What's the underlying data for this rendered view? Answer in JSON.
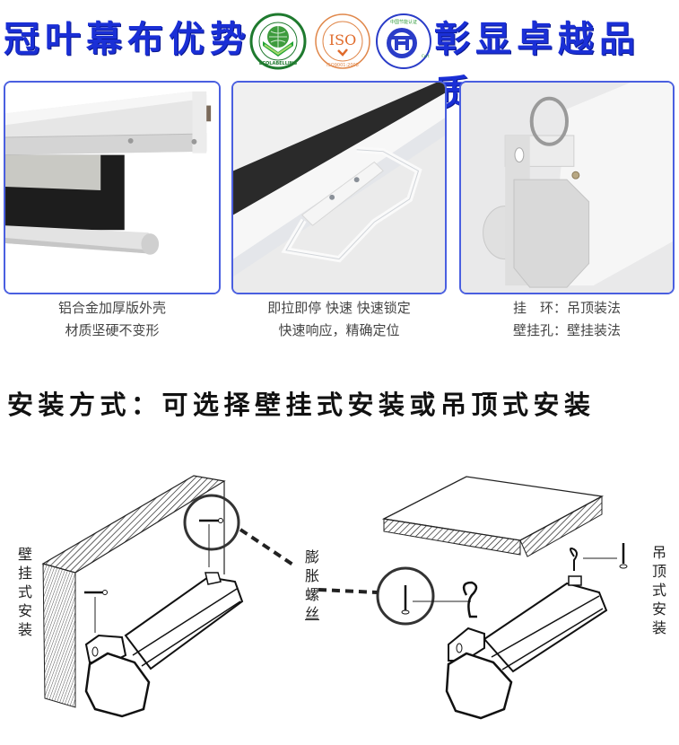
{
  "header": {
    "title_left": "冠叶幕布优势",
    "title_right": "彰显卓越品质",
    "title_color": "#1a2fd6",
    "logos": [
      {
        "name": "china-ecolabelling-logo",
        "text": "CHINA ECOLABELLING",
        "top_text": "中国环保节能产品认证"
      },
      {
        "name": "iso-logo",
        "text": "ISO",
        "bottom_text": "ISO9001:2008"
      },
      {
        "name": "energy-conservation-logo",
        "text": "Energy Conservation Certification",
        "top_text": "中国节能认证"
      }
    ]
  },
  "panels": [
    {
      "caption_lines": [
        "铝合金加厚版外壳",
        "材质坚硬不变形"
      ]
    },
    {
      "caption_lines": [
        "即拉即停 快速 快速锁定",
        "快速响应，精确定位"
      ]
    },
    {
      "caption_lines": [
        "挂　环：吊顶装法",
        "壁挂孔：壁挂装法"
      ]
    }
  ],
  "panel_border_color": "#4a5fe0",
  "install": {
    "title": "安装方式：可选择壁挂式安装或吊顶式安装",
    "wall_label": [
      "壁",
      "挂",
      "式",
      "安",
      "装"
    ],
    "screw_label": [
      "膨",
      "胀",
      "螺",
      "丝"
    ],
    "ceiling_label": [
      "吊",
      "顶",
      "式",
      "安",
      "装"
    ]
  }
}
